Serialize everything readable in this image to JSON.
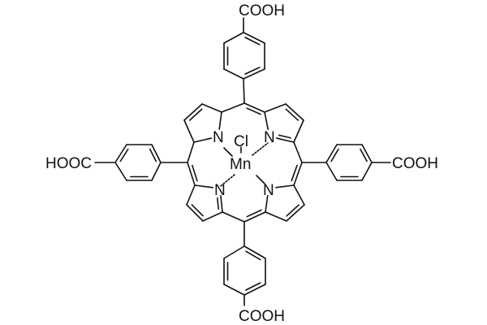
{
  "molecule": {
    "metal": "Mn",
    "axial_ligand": "Cl",
    "nitrogen_label": "N",
    "substituents": {
      "top": "COOH",
      "bottom": "COOH",
      "left": "HOOC",
      "right": "COOH"
    }
  },
  "colors": {
    "ink": "#111111",
    "background": "#ffffff"
  }
}
